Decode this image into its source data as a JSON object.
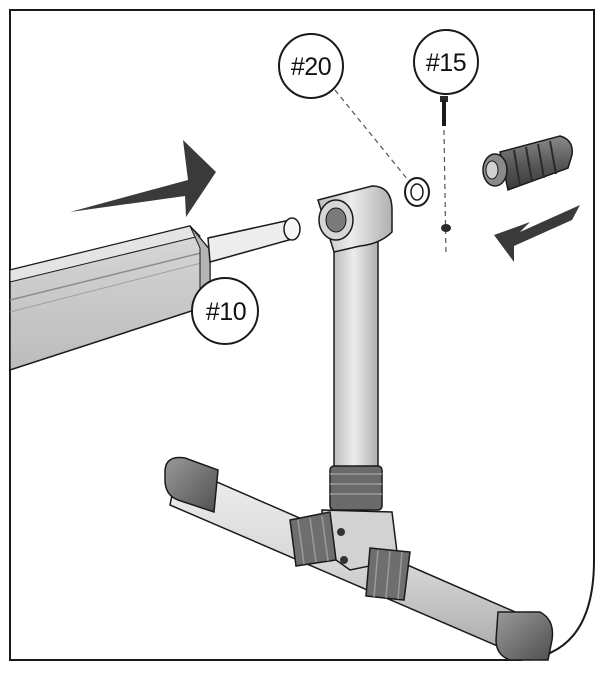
{
  "callouts": {
    "part_20": "#20",
    "part_15": "#15",
    "part_10": "#10"
  },
  "colors": {
    "outline": "#1a1a1a",
    "tube_light": "#e6e6e6",
    "tube_mid": "#cfcfcf",
    "tube_dark": "#a9a9a9",
    "cap_dark": "#5e5e5e",
    "arrow": "#3a3a3a"
  }
}
